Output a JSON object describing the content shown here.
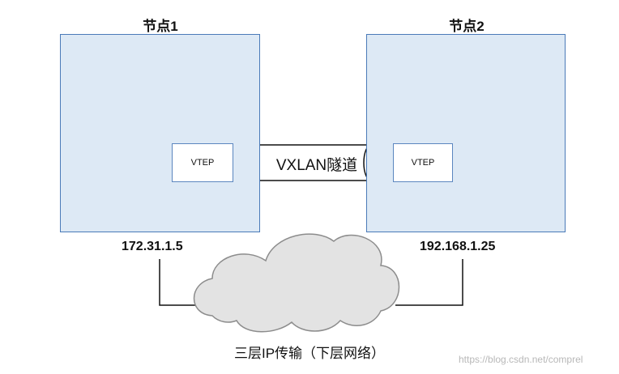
{
  "diagram": {
    "node1": {
      "title": "节点1",
      "vtep": "VTEP",
      "ip": "172.31.1.5"
    },
    "node2": {
      "title": "节点2",
      "vtep": "VTEP",
      "ip": "192.168.1.25"
    },
    "tunnel": {
      "label": "VXLAN隧道"
    },
    "network": {
      "label": "三层IP传输（下层网络）"
    },
    "watermark": "https://blog.csdn.net/comprel"
  }
}
